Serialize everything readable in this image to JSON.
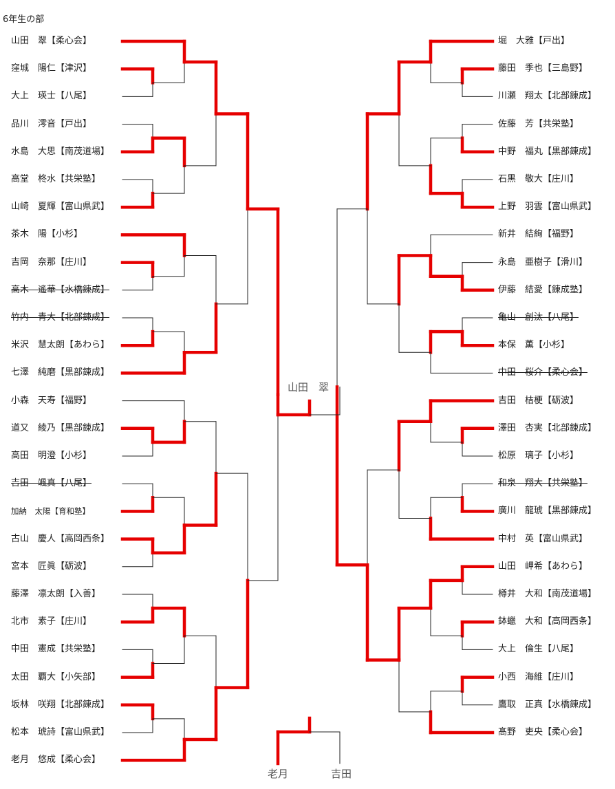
{
  "title": "6年生の部",
  "left": [
    {
      "name": "山田　翠【柔心会】"
    },
    {
      "name": "窪城　陽仁【津沢】"
    },
    {
      "name": "大上　瑛士【八尾】"
    },
    {
      "name": "品川　澪音【戸出】"
    },
    {
      "name": "水島　大思【南茂道場】"
    },
    {
      "name": "高堂　柊水【共栄塾】"
    },
    {
      "name": "山崎　夏輝【富山県武】"
    },
    {
      "name": "茶木　陽【小杉】"
    },
    {
      "name": "吉岡　奈那【庄川】"
    },
    {
      "name": "高木　遙華【水橋錬成】",
      "withdrawn": true
    },
    {
      "name": "竹内　青大【北部錬成】",
      "withdrawn": true
    },
    {
      "name": "米沢　慧太朗【あわら】"
    },
    {
      "name": "七澤　純磨【黒部錬成】"
    },
    {
      "name": "小森　天寿【福野】"
    },
    {
      "name": "道又　綾乃【黒部錬成】"
    },
    {
      "name": "高田　明澄【小杉】"
    },
    {
      "name": "吉田　颯真【八尾】",
      "withdrawn": true
    },
    {
      "name": "加納　太陽【育和塾】",
      "small": true
    },
    {
      "name": "古山　慶人【高岡西条】"
    },
    {
      "name": "宮本　匠眞【砺波】"
    },
    {
      "name": "藤澤　凛太朗【入善】"
    },
    {
      "name": "北市　素子【庄川】"
    },
    {
      "name": "中田　憲成【共栄塾】"
    },
    {
      "name": "太田　覇大【小矢部】"
    },
    {
      "name": "坂林　咲翔【北部錬成】"
    },
    {
      "name": "松本　琥詩【富山県武】"
    },
    {
      "name": "老月　悠成【柔心会】"
    }
  ],
  "right": [
    {
      "name": "堀　大雅【戸出】"
    },
    {
      "name": "藤田　季也【三島野】"
    },
    {
      "name": "川瀬　翔太【北部錬成】"
    },
    {
      "name": "佐藤　芳【共栄塾】"
    },
    {
      "name": "中野　福丸【黒部錬成】"
    },
    {
      "name": "石黒　敬大【庄川】"
    },
    {
      "name": "上野　羽雲【富山県武】"
    },
    {
      "name": "新井　結絢【福野】"
    },
    {
      "name": "永島　亜樹子【滑川】"
    },
    {
      "name": "伊藤　結愛【錬成塾】"
    },
    {
      "name": "亀山　創汰【八尾】",
      "withdrawn": true
    },
    {
      "name": "本保　薫【小杉】"
    },
    {
      "name": "中田　桜介【柔心会】",
      "withdrawn": true
    },
    {
      "name": "吉田　桔梗【砺波】"
    },
    {
      "name": "澤田　杏実【北部錬成】"
    },
    {
      "name": "松原　璃子【小杉】"
    },
    {
      "name": "和泉　翔大【共栄塾】",
      "withdrawn": true
    },
    {
      "name": "廣川　龍琥【黒部錬成】"
    },
    {
      "name": "中村　英【富山県武】"
    },
    {
      "name": "山田　岬希【あわら】"
    },
    {
      "name": "樽井　大和【南茂道場】"
    },
    {
      "name": "鉢蠟　大和【高岡西条】"
    },
    {
      "name": "大上　倫生【八尾】"
    },
    {
      "name": "小西　海維【庄川】"
    },
    {
      "name": "鷹取　正真【水橋錬成】"
    },
    {
      "name": "髙野　吏央【柔心会】"
    }
  ],
  "champion": "山田　翠",
  "third_place": {
    "left": "老月",
    "right": "吉田"
  },
  "colors": {
    "win": "#e60000",
    "lose": "#222222"
  }
}
